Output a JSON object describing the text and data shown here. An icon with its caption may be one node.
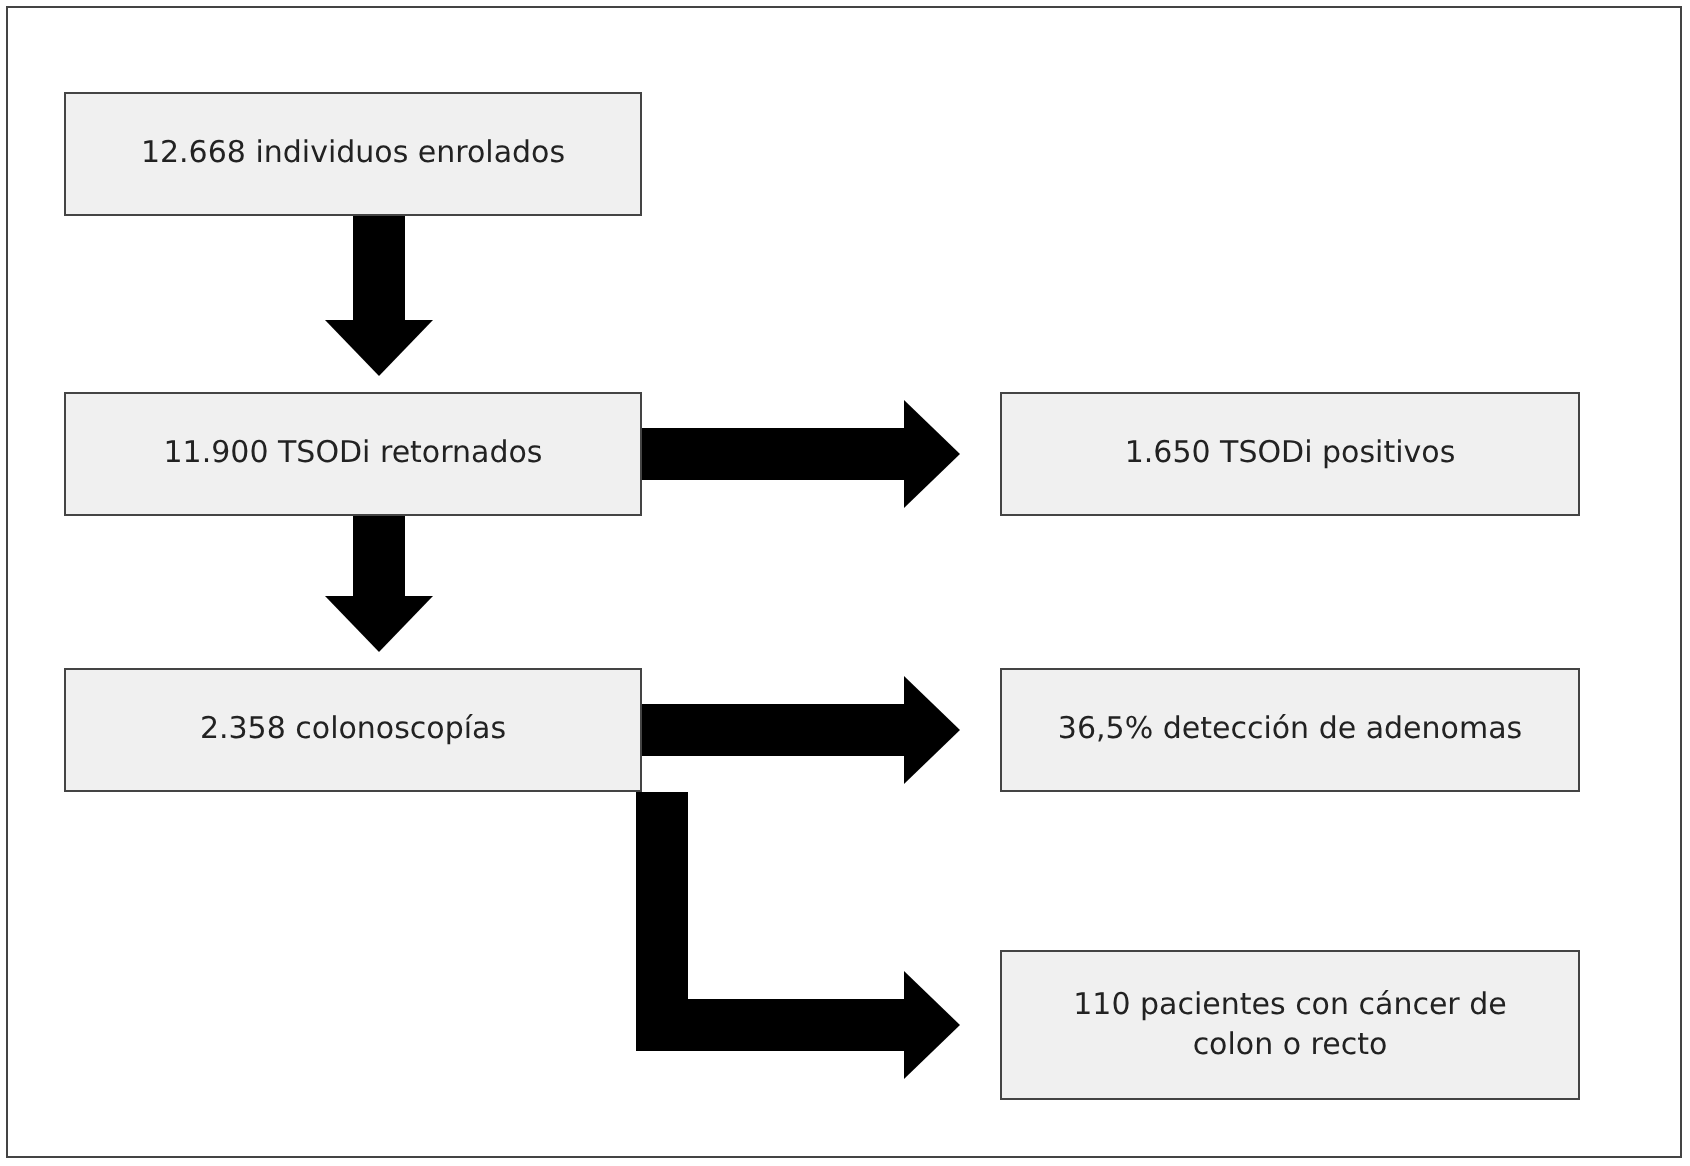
{
  "diagram": {
    "nodes": [
      {
        "text": [
          "12.668 individuos enrolados"
        ]
      },
      {
        "text": [
          "11.900 TSODi retornados"
        ]
      },
      {
        "text": [
          "1.650 TSODi positivos"
        ]
      },
      {
        "text": [
          "2.358 colonoscopías"
        ]
      },
      {
        "text": [
          "36,5% detección de adenomas"
        ]
      },
      {
        "text": [
          "110 pacientes con cáncer de colon o recto"
        ]
      }
    ],
    "edges": [
      {
        "from": 0,
        "to": 1,
        "arrow": "to"
      },
      {
        "from": 1,
        "to": 2,
        "arrow": "to"
      },
      {
        "from": 1,
        "to": 3,
        "arrow": "to"
      },
      {
        "from": 3,
        "to": 4,
        "arrow": "to"
      },
      {
        "from": 3,
        "to": 5,
        "arrow": "to"
      }
    ]
  }
}
